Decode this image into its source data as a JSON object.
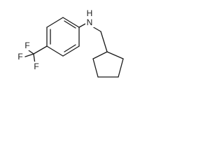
{
  "molecule": {
    "atoms": {
      "f_top": "F",
      "f_left": "F",
      "f_bottom": "F",
      "n_amine": "N",
      "h_amine": "H"
    }
  }
}
